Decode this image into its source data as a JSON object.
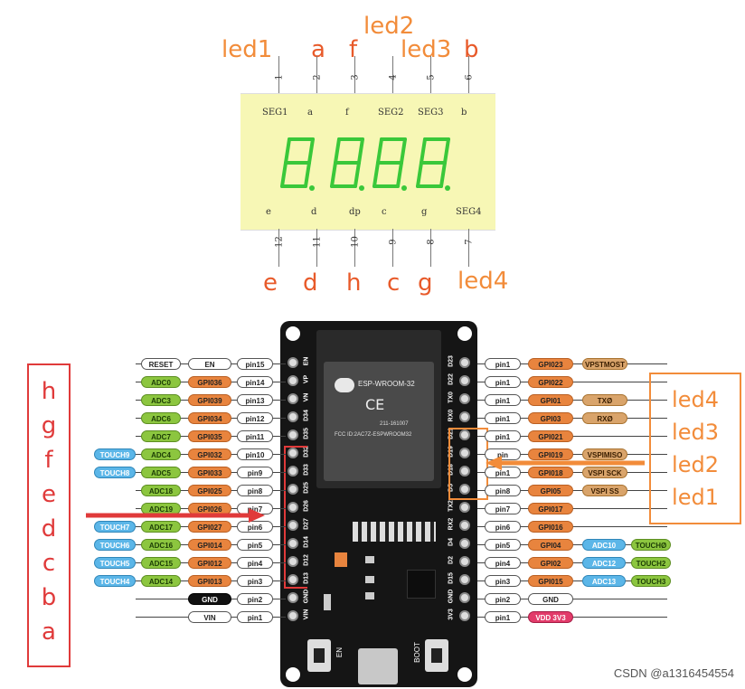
{
  "display": {
    "top_labels": [
      "led1",
      "a",
      "f",
      "led2",
      "led3",
      "b"
    ],
    "top_pin_numbers": [
      "1",
      "2",
      "3",
      "4",
      "5",
      "6"
    ],
    "top_segment_labels": [
      "SEG1",
      "a",
      "f",
      "SEG2",
      "SEG3",
      "b"
    ],
    "digits": "8.8.8.8.",
    "bottom_segment_labels": [
      "e",
      "d",
      "dp",
      "c",
      "g",
      "SEG4"
    ],
    "bottom_pin_numbers": [
      "12",
      "11",
      "10",
      "9",
      "8",
      "7"
    ],
    "bottom_labels": [
      "e",
      "d",
      "h",
      "c",
      "g",
      "led4"
    ]
  },
  "board": {
    "module_name": "ESP-WROOM-32",
    "module_id": "211-161007",
    "fcc": "FCC ID:2AC7Z-ESPWROOM32",
    "button_en": "EN",
    "button_boot": "BOOT",
    "left_header_labels": [
      "EN",
      "VP",
      "VN",
      "D34",
      "D35",
      "D32",
      "D33",
      "D25",
      "D26",
      "D27",
      "D14",
      "D12",
      "D13",
      "GND",
      "VIN"
    ],
    "right_header_labels": [
      "D23",
      "D22",
      "TX0",
      "RX0",
      "D21",
      "D19",
      "D18",
      "D5",
      "TX2",
      "RX2",
      "D4",
      "D2",
      "D15",
      "GND",
      "3V3"
    ]
  },
  "left_pins": [
    {
      "pin": "pin15",
      "gpio": "EN",
      "adc": "",
      "extra": "RESET",
      "touch": ""
    },
    {
      "pin": "pin14",
      "gpio": "GPI036",
      "adc": "ADC0",
      "extra": "",
      "touch": ""
    },
    {
      "pin": "pin13",
      "gpio": "GPI039",
      "adc": "ADC3",
      "extra": "",
      "touch": ""
    },
    {
      "pin": "pin12",
      "gpio": "GPI034",
      "adc": "ADC6",
      "extra": "",
      "touch": ""
    },
    {
      "pin": "pin11",
      "gpio": "GPI035",
      "adc": "ADC7",
      "extra": "",
      "touch": ""
    },
    {
      "pin": "pin10",
      "gpio": "GPI032",
      "adc": "ADC4",
      "extra": "",
      "touch": "TOUCH9"
    },
    {
      "pin": "pin9",
      "gpio": "GPI033",
      "adc": "ADC5",
      "extra": "",
      "touch": "TOUCH8"
    },
    {
      "pin": "pin8",
      "gpio": "GPI025",
      "adc": "ADC18",
      "extra": "",
      "touch": ""
    },
    {
      "pin": "pin7",
      "gpio": "GPI026",
      "adc": "ADC19",
      "extra": "",
      "touch": ""
    },
    {
      "pin": "pin6",
      "gpio": "GPI027",
      "adc": "ADC17",
      "extra": "",
      "touch": "TOUCH7"
    },
    {
      "pin": "pin5",
      "gpio": "GPI014",
      "adc": "ADC16",
      "extra": "",
      "touch": "TOUCH6"
    },
    {
      "pin": "pin4",
      "gpio": "GPI012",
      "adc": "ADC15",
      "extra": "",
      "touch": "TOUCH5"
    },
    {
      "pin": "pin3",
      "gpio": "GPI013",
      "adc": "ADC14",
      "extra": "",
      "touch": "TOUCH4"
    },
    {
      "pin": "pin2",
      "gpio": "GND",
      "adc": "",
      "extra": "",
      "touch": ""
    },
    {
      "pin": "pin1",
      "gpio": "VIN",
      "adc": "",
      "extra": "",
      "touch": ""
    }
  ],
  "right_pins": [
    {
      "pin": "pin1",
      "gpio": "GPI023",
      "func": "VPSTMOST",
      "adc": "",
      "touch": ""
    },
    {
      "pin": "pin1",
      "gpio": "GPI022",
      "func": "",
      "adc": "",
      "touch": ""
    },
    {
      "pin": "pin1",
      "gpio": "GPI01",
      "func": "TXØ",
      "adc": "",
      "touch": ""
    },
    {
      "pin": "pin1",
      "gpio": "GPI03",
      "func": "RXØ",
      "adc": "",
      "touch": ""
    },
    {
      "pin": "pin1",
      "gpio": "GPI021",
      "func": "",
      "adc": "",
      "touch": ""
    },
    {
      "pin": "pin",
      "gpio": "GPI019",
      "func": "VSPIMISO",
      "adc": "",
      "touch": ""
    },
    {
      "pin": "pin1",
      "gpio": "GPI018",
      "func": "VSPI SCK",
      "adc": "",
      "touch": ""
    },
    {
      "pin": "pin8",
      "gpio": "GPI05",
      "func": "VSPI SS",
      "adc": "",
      "touch": ""
    },
    {
      "pin": "pin7",
      "gpio": "GPI017",
      "func": "",
      "adc": "",
      "touch": ""
    },
    {
      "pin": "pin6",
      "gpio": "GPI016",
      "func": "",
      "adc": "",
      "touch": ""
    },
    {
      "pin": "pin5",
      "gpio": "GPI04",
      "func": "",
      "adc": "ADC10",
      "touch": "TOUCHØ"
    },
    {
      "pin": "pin4",
      "gpio": "GPI02",
      "func": "",
      "adc": "ADC12",
      "touch": "TOUCH2"
    },
    {
      "pin": "pin3",
      "gpio": "GPI015",
      "func": "",
      "adc": "ADC13",
      "touch": "TOUCH3"
    },
    {
      "pin": "pin2",
      "gpio": "GND",
      "func": "",
      "adc": "",
      "touch": ""
    },
    {
      "pin": "pin1",
      "gpio": "VDD 3V3",
      "func": "",
      "adc": "",
      "touch": ""
    }
  ],
  "left_annotation": [
    "h",
    "g",
    "f",
    "e",
    "d",
    "c",
    "b",
    "a"
  ],
  "right_annotation": [
    "led4",
    "led3",
    "led2",
    "led1"
  ],
  "watermark": "CSDN @a1316454554",
  "colors": {
    "orange": "#f28c3a",
    "red": "#e03a3a",
    "display_bg": "#f7f7b5",
    "segment_green": "#3ac83a"
  }
}
